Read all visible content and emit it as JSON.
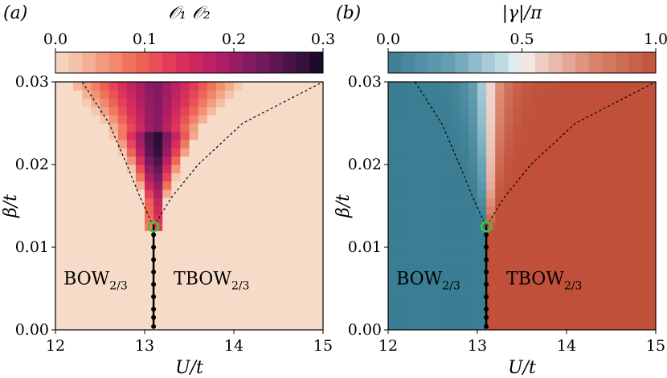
{
  "chart_data": [
    {
      "type": "heatmap",
      "panel_label": "(a)",
      "colorbar": {
        "title": "𝒪₁ 𝒪₂",
        "range": [
          0.0,
          0.3
        ],
        "ticks": [
          "0.0",
          "0.1",
          "0.2",
          "0.3"
        ],
        "colormap": "rocket_r"
      },
      "xlabel": "U/t",
      "ylabel": "β/t",
      "xlim": [
        12,
        15
      ],
      "ylim": [
        0,
        0.03
      ],
      "xticks": [
        "12",
        "13",
        "14",
        "15"
      ],
      "yticks": [
        "0.00",
        "0.01",
        "0.02",
        "0.03"
      ],
      "background_value": 0.0,
      "region_labels": [
        {
          "text": "BOW",
          "sub": "2/3",
          "x": 12.45,
          "y": 0.0055
        },
        {
          "text": "TBOW",
          "sub": "2/3",
          "x": 13.75,
          "y": 0.0055
        }
      ],
      "peak_center_x": 13.12,
      "peak_value": 0.3
    },
    {
      "type": "heatmap",
      "panel_label": "(b)",
      "colorbar": {
        "title": "|γ|/π",
        "range": [
          0.0,
          1.0
        ],
        "ticks": [
          "0.0",
          "0.5",
          "1.0"
        ],
        "colormap": "diverging teal-red"
      },
      "xlabel": "U/t",
      "ylabel": "β/t",
      "xlim": [
        12,
        15
      ],
      "ylim": [
        0,
        0.03
      ],
      "xticks": [
        "12",
        "13",
        "14",
        "15"
      ],
      "yticks": [
        "0.00",
        "0.01",
        "0.02",
        "0.03"
      ],
      "left_value": 0.0,
      "right_value": 1.0,
      "region_labels": [
        {
          "text": "BOW",
          "sub": "2/3",
          "x": 12.45,
          "y": 0.0055
        },
        {
          "text": "TBOW",
          "sub": "2/3",
          "x": 13.75,
          "y": 0.0055
        }
      ]
    }
  ],
  "shared": {
    "transition_points": [
      {
        "x": 13.1,
        "y": 0.0004
      },
      {
        "x": 13.1,
        "y": 0.0015
      },
      {
        "x": 13.1,
        "y": 0.0025
      },
      {
        "x": 13.1,
        "y": 0.004
      },
      {
        "x": 13.1,
        "y": 0.0055
      },
      {
        "x": 13.1,
        "y": 0.007
      },
      {
        "x": 13.1,
        "y": 0.0085
      },
      {
        "x": 13.1,
        "y": 0.01
      },
      {
        "x": 13.1,
        "y": 0.0115
      }
    ],
    "critical_point": {
      "x": 13.1,
      "y": 0.0125
    },
    "boundary_left": [
      [
        13.1,
        0.0125
      ],
      [
        12.95,
        0.016
      ],
      [
        12.8,
        0.02
      ],
      [
        12.6,
        0.025
      ],
      [
        12.3,
        0.03
      ]
    ],
    "boundary_right": [
      [
        13.1,
        0.0125
      ],
      [
        13.3,
        0.016
      ],
      [
        13.6,
        0.02
      ],
      [
        14.1,
        0.025
      ],
      [
        15.0,
        0.03
      ]
    ]
  }
}
